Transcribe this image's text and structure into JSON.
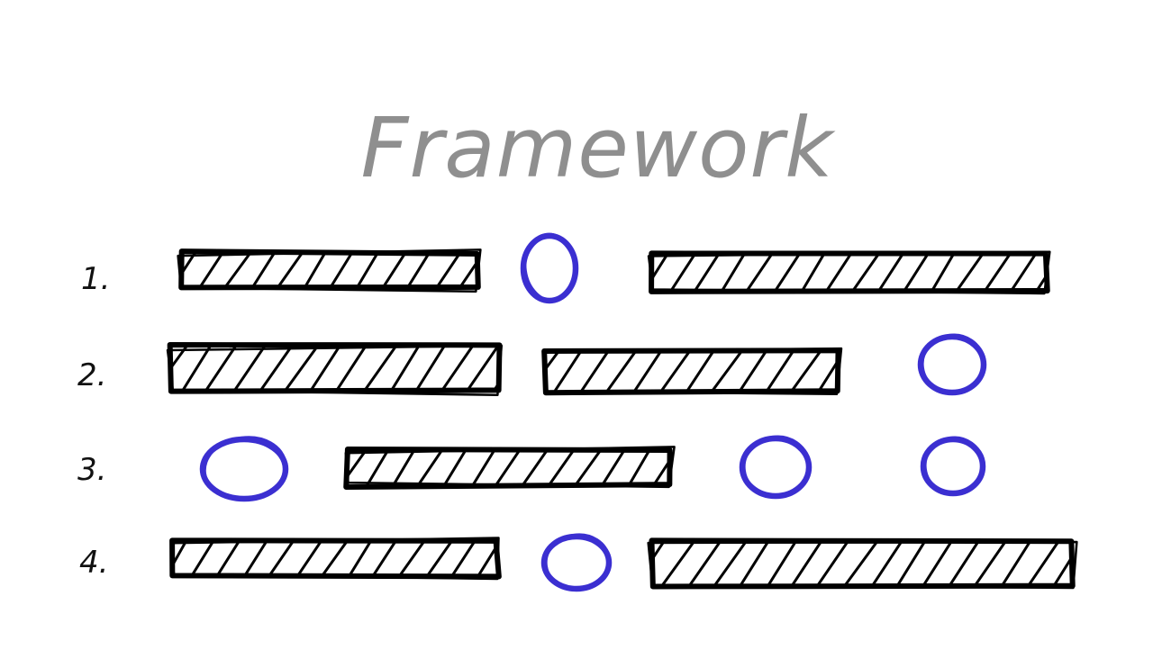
{
  "title": "Framework",
  "colors": {
    "title": "#8f8f8f",
    "bar_stroke": "#000000",
    "circle_stroke": "#3b2fd1",
    "background": "#ffffff"
  },
  "rows": [
    {
      "label": "1.",
      "items": [
        "bar",
        "circle",
        "bar"
      ]
    },
    {
      "label": "2.",
      "items": [
        "bar",
        "bar",
        "circle"
      ]
    },
    {
      "label": "3.",
      "items": [
        "circle",
        "bar",
        "circle",
        "circle"
      ]
    },
    {
      "label": "4.",
      "items": [
        "bar",
        "circle",
        "bar"
      ]
    }
  ]
}
